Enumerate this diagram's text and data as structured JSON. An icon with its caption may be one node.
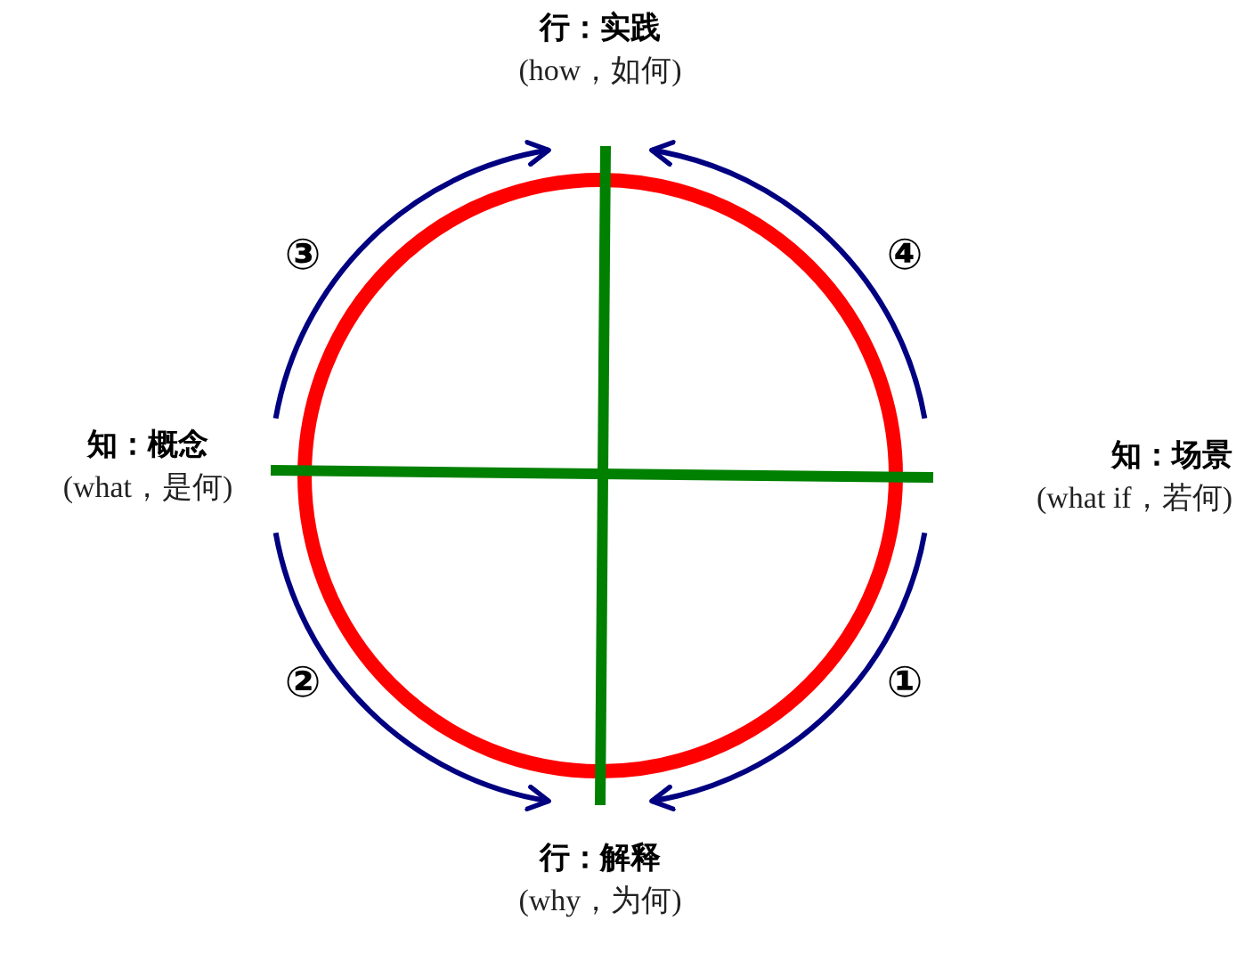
{
  "diagram": {
    "nodes": [
      {
        "text": [
          "行：实践",
          "(how，如何)"
        ]
      },
      {
        "text": [
          "知：概念",
          "(what，是何)"
        ]
      },
      {
        "text": [
          "知：场景",
          "(what if，若何)"
        ]
      },
      {
        "text": [
          "行：解释",
          "(why，为何)"
        ]
      }
    ],
    "edges": [
      {
        "from": 2,
        "to": 3,
        "arrow": "to",
        "label": "①"
      },
      {
        "from": 1,
        "to": 3,
        "arrow": "to",
        "label": "②"
      },
      {
        "from": 1,
        "to": 0,
        "arrow": "to",
        "label": "③"
      },
      {
        "from": 2,
        "to": 0,
        "arrow": "to",
        "label": "④"
      }
    ]
  }
}
